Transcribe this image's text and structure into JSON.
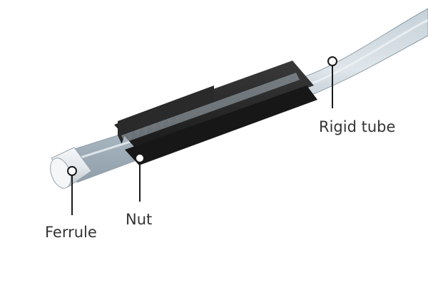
{
  "diagram": {
    "labels": {
      "ferrule": "Ferrule",
      "nut": "Nut",
      "rigid_tube": "Rigid tube"
    },
    "colors": {
      "background": "#ffffff",
      "tube": "#aab8c2",
      "tube_highlight": "#d9e1e7",
      "nut": "#2a2a2a",
      "nut_dark": "#171717",
      "ferrule": "#e6eaee",
      "leader_line": "#1a1a1a",
      "label_text": "#333333"
    }
  }
}
